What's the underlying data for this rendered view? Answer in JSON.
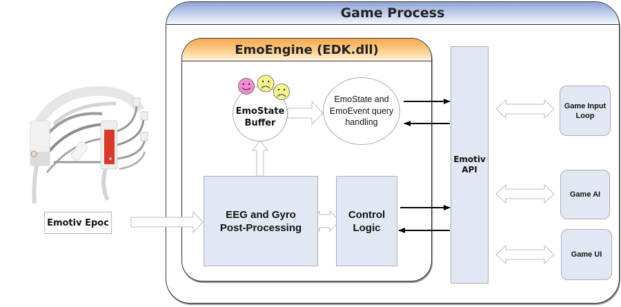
{
  "diagram": {
    "game_process": {
      "title": "Game Process"
    },
    "emoengine": {
      "title": "EmoEngine (EDK.dll)"
    },
    "emostate_buffer": {
      "line1": "EmoState",
      "line2": "Buffer"
    },
    "query_handling": {
      "line1": "EmoState and",
      "line2": "EmoEvent query",
      "line3": "handling"
    },
    "eeg_postprocessing": {
      "line1": "EEG and Gyro",
      "line2": "Post-Processing"
    },
    "control_logic": {
      "line1": "Control",
      "line2": "Logic"
    },
    "emotiv_api": {
      "line1": "Emotiv",
      "line2": "API"
    },
    "game_input_loop": {
      "line1": "Game Input",
      "line2": "Loop"
    },
    "game_ai": {
      "label": "Game AI"
    },
    "game_ui": {
      "label": "Game UI"
    },
    "headset": {
      "label": "Emotiv Epoc",
      "image": "emotiv-epoc-headset"
    },
    "emoticons": [
      "happy-face",
      "sad-face",
      "sad-face"
    ],
    "colors": {
      "block_fill": "#e2e8f3",
      "game_header": "#8ea4d6",
      "engine_header": "#f7a84a",
      "happy_face": "#f28bd3",
      "sad_face": "#f7f48f",
      "headset_accent": "#d8392b"
    },
    "connections": [
      {
        "from": "Emotiv Epoc",
        "to": "EEG and Gyro Post-Processing",
        "style": "hollow-arrow"
      },
      {
        "from": "EEG and Gyro Post-Processing",
        "to": "EmoState Buffer",
        "style": "hollow-arrow"
      },
      {
        "from": "EmoState Buffer",
        "to": "EmoState and EmoEvent query handling",
        "style": "hollow-arrow"
      },
      {
        "from": "EEG and Gyro Post-Processing",
        "to": "Control Logic",
        "style": "hollow-double-arrow"
      },
      {
        "from": "EmoState and EmoEvent query handling",
        "to": "Emotiv API",
        "style": "solid-arrow"
      },
      {
        "from": "Emotiv API",
        "to": "EmoState and EmoEvent query handling",
        "style": "solid-arrow"
      },
      {
        "from": "Control Logic",
        "to": "Emotiv API",
        "style": "solid-arrow"
      },
      {
        "from": "Emotiv API",
        "to": "Control Logic",
        "style": "solid-arrow"
      },
      {
        "from": "Emotiv API",
        "to": "Game Input Loop",
        "style": "hollow-double-arrow"
      },
      {
        "from": "Emotiv API",
        "to": "Game AI",
        "style": "hollow-double-arrow"
      },
      {
        "from": "Emotiv API",
        "to": "Game UI",
        "style": "hollow-double-arrow"
      }
    ]
  }
}
